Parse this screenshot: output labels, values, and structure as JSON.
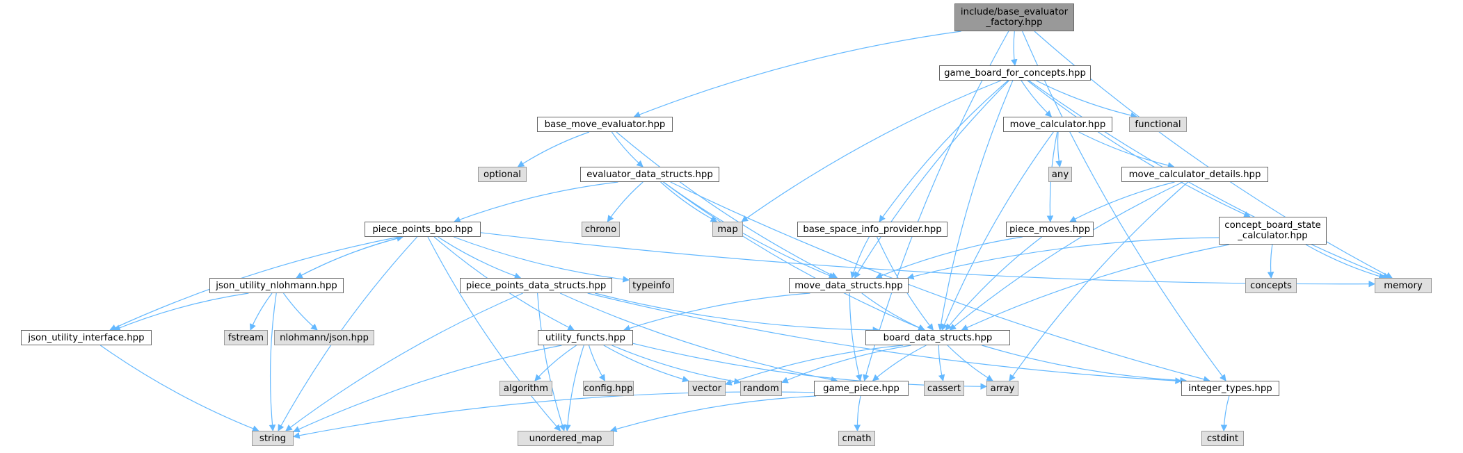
{
  "graph": {
    "colors": {
      "edge": "#63b8ff",
      "root_fill": "#999999",
      "file_fill": "#ffffff",
      "system_fill": "#e0e0e0"
    },
    "nodes": [
      {
        "id": "root",
        "kind": "root",
        "label": "include/base_evaluator\n_factory.hpp"
      },
      {
        "id": "game_board_for_concepts",
        "kind": "file",
        "label": "game_board_for_concepts.hpp"
      },
      {
        "id": "base_move_evaluator",
        "kind": "file",
        "label": "base_move_evaluator.hpp"
      },
      {
        "id": "move_calculator",
        "kind": "file",
        "label": "move_calculator.hpp"
      },
      {
        "id": "functional",
        "kind": "system",
        "label": "functional"
      },
      {
        "id": "optional",
        "kind": "system",
        "label": "optional"
      },
      {
        "id": "evaluator_data_structs",
        "kind": "file",
        "label": "evaluator_data_structs.hpp"
      },
      {
        "id": "any",
        "kind": "system",
        "label": "any"
      },
      {
        "id": "move_calculator_details",
        "kind": "file",
        "label": "move_calculator_details.hpp"
      },
      {
        "id": "piece_points_bpo",
        "kind": "file",
        "label": "piece_points_bpo.hpp"
      },
      {
        "id": "chrono",
        "kind": "system",
        "label": "chrono"
      },
      {
        "id": "map",
        "kind": "system",
        "label": "map"
      },
      {
        "id": "base_space_info_provider",
        "kind": "file",
        "label": "base_space_info_provider.hpp"
      },
      {
        "id": "piece_moves",
        "kind": "file",
        "label": "piece_moves.hpp"
      },
      {
        "id": "concept_board_state_calculator",
        "kind": "file",
        "label": "concept_board_state\n_calculator.hpp"
      },
      {
        "id": "json_utility_nlohmann",
        "kind": "file",
        "label": "json_utility_nlohmann.hpp"
      },
      {
        "id": "piece_points_data_structs",
        "kind": "file",
        "label": "piece_points_data_structs.hpp"
      },
      {
        "id": "typeinfo",
        "kind": "system",
        "label": "typeinfo"
      },
      {
        "id": "move_data_structs",
        "kind": "file",
        "label": "move_data_structs.hpp"
      },
      {
        "id": "concepts",
        "kind": "system",
        "label": "concepts"
      },
      {
        "id": "memory",
        "kind": "system",
        "label": "memory"
      },
      {
        "id": "json_utility_interface",
        "kind": "file",
        "label": "json_utility_interface.hpp"
      },
      {
        "id": "fstream",
        "kind": "system",
        "label": "fstream"
      },
      {
        "id": "nlohmann_json",
        "kind": "system",
        "label": "nlohmann/json.hpp"
      },
      {
        "id": "utility_functs",
        "kind": "file",
        "label": "utility_functs.hpp"
      },
      {
        "id": "board_data_structs",
        "kind": "file",
        "label": "board_data_structs.hpp"
      },
      {
        "id": "algorithm",
        "kind": "system",
        "label": "algorithm"
      },
      {
        "id": "config",
        "kind": "system",
        "label": "config.hpp"
      },
      {
        "id": "vector",
        "kind": "system",
        "label": "vector"
      },
      {
        "id": "random",
        "kind": "system",
        "label": "random"
      },
      {
        "id": "game_piece",
        "kind": "file",
        "label": "game_piece.hpp"
      },
      {
        "id": "cassert",
        "kind": "system",
        "label": "cassert"
      },
      {
        "id": "array",
        "kind": "system",
        "label": "array"
      },
      {
        "id": "integer_types",
        "kind": "file",
        "label": "integer_types.hpp"
      },
      {
        "id": "string",
        "kind": "system",
        "label": "string"
      },
      {
        "id": "unordered_map",
        "kind": "system",
        "label": "unordered_map"
      },
      {
        "id": "cmath",
        "kind": "system",
        "label": "cmath"
      },
      {
        "id": "cstdint",
        "kind": "system",
        "label": "cstdint"
      }
    ],
    "edges": [
      [
        "root",
        "game_board_for_concepts"
      ],
      [
        "root",
        "base_move_evaluator"
      ],
      [
        "root",
        "game_piece"
      ],
      [
        "root",
        "integer_types"
      ],
      [
        "root",
        "memory"
      ],
      [
        "game_board_for_concepts",
        "move_calculator"
      ],
      [
        "game_board_for_concepts",
        "functional"
      ],
      [
        "game_board_for_concepts",
        "map"
      ],
      [
        "game_board_for_concepts",
        "base_space_info_provider"
      ],
      [
        "game_board_for_concepts",
        "move_data_structs"
      ],
      [
        "game_board_for_concepts",
        "board_data_structs"
      ],
      [
        "game_board_for_concepts",
        "concept_board_state_calculator"
      ],
      [
        "game_board_for_concepts",
        "memory"
      ],
      [
        "base_move_evaluator",
        "optional"
      ],
      [
        "base_move_evaluator",
        "evaluator_data_structs"
      ],
      [
        "base_move_evaluator",
        "move_data_structs"
      ],
      [
        "move_calculator",
        "any"
      ],
      [
        "move_calculator",
        "move_calculator_details"
      ],
      [
        "move_calculator",
        "piece_moves"
      ],
      [
        "move_calculator",
        "board_data_structs"
      ],
      [
        "evaluator_data_structs",
        "piece_points_bpo"
      ],
      [
        "evaluator_data_structs",
        "chrono"
      ],
      [
        "evaluator_data_structs",
        "map"
      ],
      [
        "evaluator_data_structs",
        "move_data_structs"
      ],
      [
        "evaluator_data_structs",
        "board_data_structs"
      ],
      [
        "evaluator_data_structs",
        "integer_types"
      ],
      [
        "move_calculator_details",
        "piece_moves"
      ],
      [
        "move_calculator_details",
        "board_data_structs"
      ],
      [
        "move_calculator_details",
        "array"
      ],
      [
        "piece_points_bpo",
        "json_utility_nlohmann"
      ],
      [
        "piece_points_bpo",
        "json_utility_interface"
      ],
      [
        "piece_points_bpo",
        "piece_points_data_structs"
      ],
      [
        "piece_points_bpo",
        "typeinfo"
      ],
      [
        "piece_points_bpo",
        "utility_functs"
      ],
      [
        "piece_points_bpo",
        "string"
      ],
      [
        "piece_points_bpo",
        "unordered_map"
      ],
      [
        "piece_points_bpo",
        "memory"
      ],
      [
        "base_space_info_provider",
        "move_data_structs"
      ],
      [
        "base_space_info_provider",
        "board_data_structs"
      ],
      [
        "piece_moves",
        "move_data_structs"
      ],
      [
        "piece_moves",
        "board_data_structs"
      ],
      [
        "concept_board_state_calculator",
        "move_data_structs"
      ],
      [
        "concept_board_state_calculator",
        "board_data_structs"
      ],
      [
        "concept_board_state_calculator",
        "concepts"
      ],
      [
        "concept_board_state_calculator",
        "memory"
      ],
      [
        "json_utility_nlohmann",
        "piece_points_bpo"
      ],
      [
        "json_utility_nlohmann",
        "json_utility_interface"
      ],
      [
        "json_utility_nlohmann",
        "fstream"
      ],
      [
        "json_utility_nlohmann",
        "nlohmann_json"
      ],
      [
        "json_utility_nlohmann",
        "string"
      ],
      [
        "piece_points_data_structs",
        "board_data_structs"
      ],
      [
        "piece_points_data_structs",
        "game_piece"
      ],
      [
        "piece_points_data_structs",
        "integer_types"
      ],
      [
        "piece_points_data_structs",
        "string"
      ],
      [
        "piece_points_data_structs",
        "unordered_map"
      ],
      [
        "move_data_structs",
        "board_data_structs"
      ],
      [
        "move_data_structs",
        "game_piece"
      ],
      [
        "move_data_structs",
        "utility_functs"
      ],
      [
        "json_utility_interface",
        "string"
      ],
      [
        "utility_functs",
        "algorithm"
      ],
      [
        "utility_functs",
        "config"
      ],
      [
        "utility_functs",
        "vector"
      ],
      [
        "utility_functs",
        "random"
      ],
      [
        "utility_functs",
        "array"
      ],
      [
        "utility_functs",
        "string"
      ],
      [
        "utility_functs",
        "unordered_map"
      ],
      [
        "board_data_structs",
        "cassert"
      ],
      [
        "board_data_structs",
        "array"
      ],
      [
        "board_data_structs",
        "vector"
      ],
      [
        "board_data_structs",
        "random"
      ],
      [
        "board_data_structs",
        "game_piece"
      ],
      [
        "board_data_structs",
        "integer_types"
      ],
      [
        "game_piece",
        "cmath"
      ],
      [
        "game_piece",
        "string"
      ],
      [
        "game_piece",
        "unordered_map"
      ],
      [
        "integer_types",
        "cstdint"
      ]
    ]
  }
}
